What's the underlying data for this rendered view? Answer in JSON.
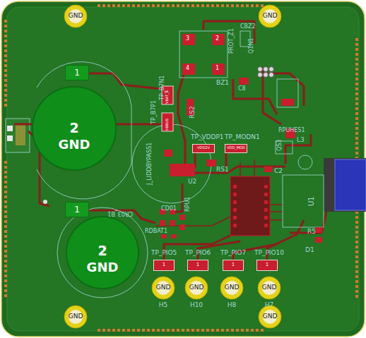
{
  "diagram": {
    "nodes": [
      {
        "text": [
          "GND"
        ]
      },
      {
        "text": [
          "GND"
        ]
      },
      {
        "text": [
          "GND"
        ]
      },
      {
        "text": [
          "GND"
        ]
      },
      {
        "text": [
          "2",
          "GND"
        ]
      },
      {
        "text": [
          "1"
        ]
      },
      {
        "text": [
          "1"
        ]
      },
      {
        "text": [
          "2",
          "GND"
        ]
      },
      {
        "text": [
          "VDD2V"
        ]
      },
      {
        "text": [
          "VDD_MOD"
        ]
      },
      {
        "text": [
          "1"
        ]
      },
      {
        "text": [
          "1"
        ]
      },
      {
        "text": [
          "1"
        ]
      },
      {
        "text": [
          "1"
        ]
      },
      {
        "text": [
          "GND",
          "H5"
        ]
      },
      {
        "text": [
          "GND",
          "H10"
        ]
      },
      {
        "text": [
          "GND",
          "H8"
        ]
      },
      {
        "text": [
          "GND",
          "H7"
        ]
      }
    ],
    "labels": [
      "TP_B7P1",
      "TP_B7N1",
      "VBAT_B",
      "VBBUS",
      "RS2",
      "BZ1",
      "PROT_Z1",
      "CBZ2",
      "Q1N1",
      "C8",
      "3",
      "2",
      "4",
      "1",
      "U2",
      "TP_VDDP1",
      "TP_MODN1",
      "RS1",
      "RPUHES1",
      "L3",
      "QS3",
      "C2",
      "U1",
      "R5",
      "D1",
      "CR03_B1",
      "CD01",
      "RPU1",
      "RDBAT1",
      "J_LIDDBYPASS1",
      "TP_PIO5",
      "TP_PIO6",
      "TP_PIO7",
      "TP_PIO10"
    ]
  }
}
